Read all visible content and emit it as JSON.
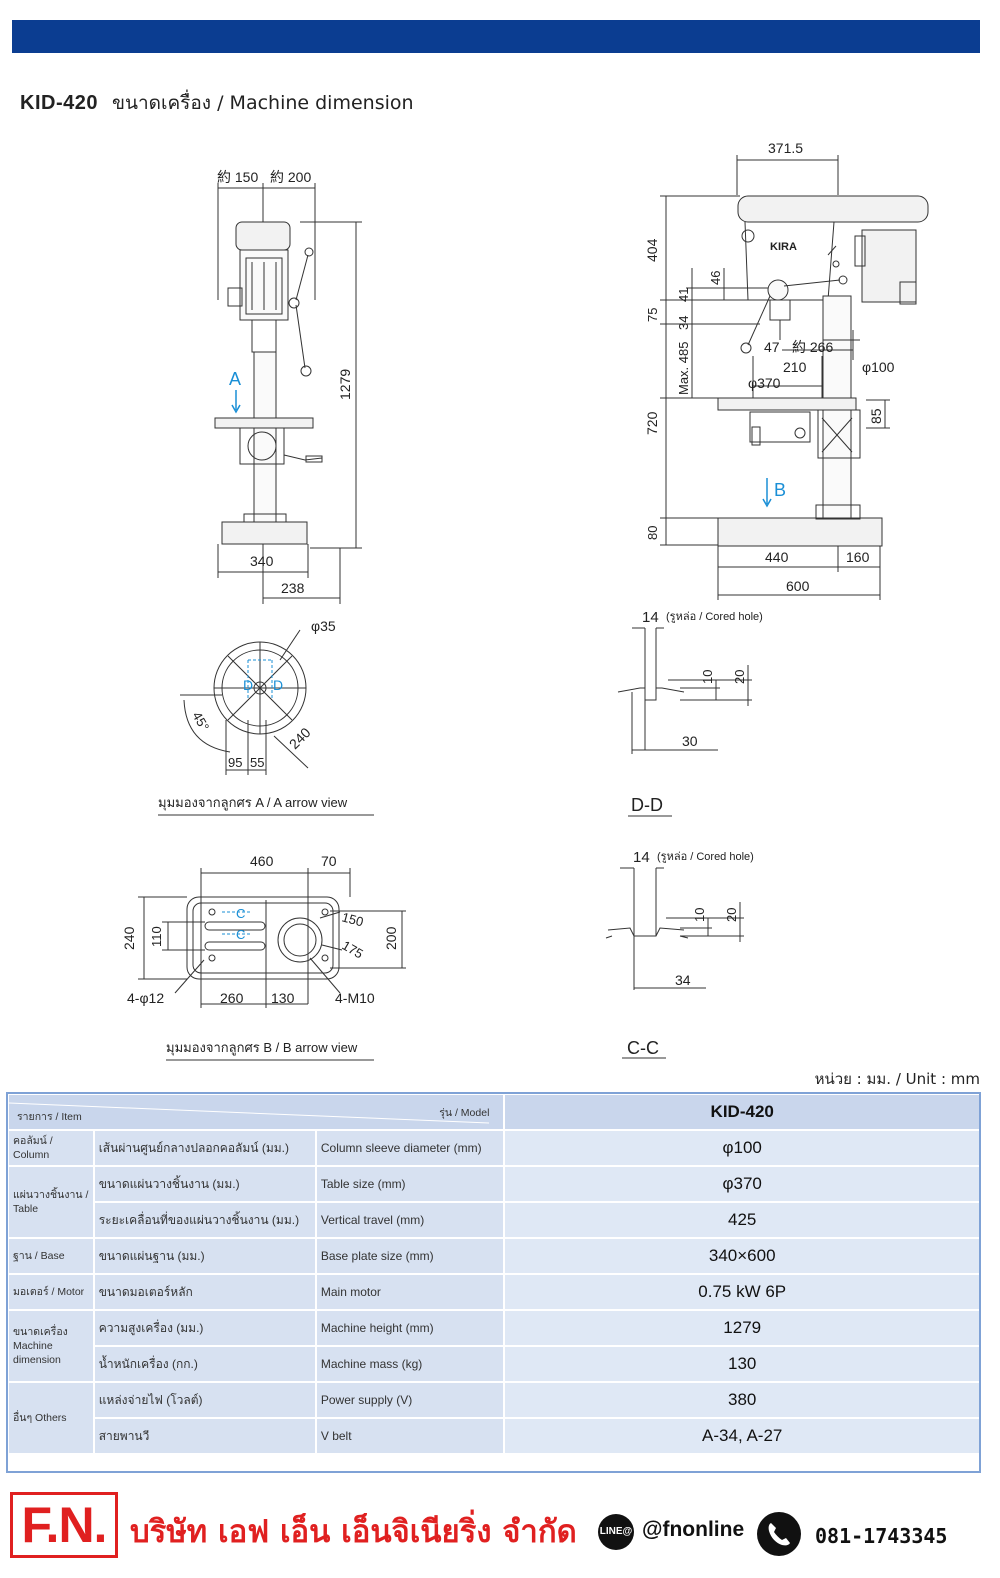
{
  "header": {
    "model": "KID-420",
    "title": "ขนาดเครื่อง / Machine dimension"
  },
  "drawing": {
    "front_top_left": "約 150",
    "front_top_right": "約 200",
    "front_height": "1279",
    "front_arrow_a": "A",
    "front_base_w": "340",
    "front_base_half": "238",
    "side_top_w": "371.5",
    "side_404": "404",
    "side_46": "46",
    "side_41": "41",
    "side_75": "75",
    "side_34": "34",
    "side_max485": "Max. 485",
    "side_47": "47",
    "side_266": "約 266",
    "side_210": "210",
    "side_phi100": "φ100",
    "side_phi370": "φ370",
    "side_720": "720",
    "side_85": "85",
    "side_arrow_b": "B",
    "side_80": "80",
    "side_440": "440",
    "side_160": "160",
    "side_600": "600",
    "brand": "KIRA",
    "aview_phi35": "φ35",
    "aview_45": "45°",
    "aview_240": "240",
    "aview_95": "95",
    "aview_55": "55",
    "aview_d1": "D",
    "aview_d2": "D",
    "aview_caption": "มุมมองจากลูกศร A / A arrow view",
    "dd_14": "14",
    "dd_cored": "(รูหล่อ / Cored hole)",
    "dd_10": "10",
    "dd_20": "20",
    "dd_30": "30",
    "dd_label": "D-D",
    "bview_460": "460",
    "bview_70": "70",
    "bview_240": "240",
    "bview_110": "110",
    "bview_150": "150",
    "bview_175": "175",
    "bview_200": "200",
    "bview_c1": "C",
    "bview_c2": "C",
    "bview_4phi12": "4-φ12",
    "bview_260": "260",
    "bview_130": "130",
    "bview_4m10": "4-M10",
    "bview_caption": "มุมมองจากลูกศร B / B arrow view",
    "cc_14": "14",
    "cc_cored": "(รูหล่อ / Cored hole)",
    "cc_10": "10",
    "cc_20": "20",
    "cc_34": "34",
    "cc_label": "C-C"
  },
  "unit_label": "หน่วย : มม. / Unit : mm",
  "spec_table": {
    "head_item": "รายการ / Item",
    "head_model_label": "รุ่น / Model",
    "head_model": "KID-420",
    "rows": [
      {
        "group": "คอลัมน์ / Column",
        "th": "เส้นผ่านศูนย์กลางปลอกคอลัมน์ (มม.)",
        "en": "Column sleeve diameter (mm)",
        "val": "φ100"
      },
      {
        "group": "แผ่นวางชิ้นงาน / Table",
        "th": "ขนาดแผ่นวางชิ้นงาน (มม.)",
        "en": "Table size (mm)",
        "val": "φ370"
      },
      {
        "group": "",
        "th": "ระยะเคลื่อนที่ของแผ่นวางชิ้นงาน (มม.)",
        "en": "Vertical travel (mm)",
        "val": "425"
      },
      {
        "group": "ฐาน / Base",
        "th": "ขนาดแผ่นฐาน (มม.)",
        "en": "Base plate size (mm)",
        "val": "340×600"
      },
      {
        "group": "มอเตอร์ / Motor",
        "th": "ขนาดมอเตอร์หลัก",
        "en": "Main motor",
        "val": "0.75 kW 6P"
      },
      {
        "group": "ขนาดเครื่อง Machine dimension",
        "th": "ความสูงเครื่อง (มม.)",
        "en": "Machine height (mm)",
        "val": "1279"
      },
      {
        "group": "",
        "th": "น้ำหนักเครื่อง (กก.)",
        "en": "Machine mass (kg)",
        "val": "130"
      },
      {
        "group": "อื่นๆ Others",
        "th": "แหล่งจ่ายไฟ (โวลต์)",
        "en": "Power supply (V)",
        "val": "380"
      },
      {
        "group": "",
        "th": "สายพานวี",
        "en": "V belt",
        "val": "A-34, A-27"
      }
    ]
  },
  "footer": {
    "logo": "F.N.",
    "company": "บริษัท เอฟ เอ็น เอ็นจิเนียริ่ง จำกัด",
    "line_icon": "LINE@",
    "line_id": "@fnonline",
    "phone": "081-1743345"
  },
  "colors": {
    "topbar": "#0b3d91",
    "table_header": "#c9d6ec",
    "table_cell": "#dfe8f5",
    "footer_red": "#e02020",
    "dim_blue": "#1a8fd6"
  }
}
